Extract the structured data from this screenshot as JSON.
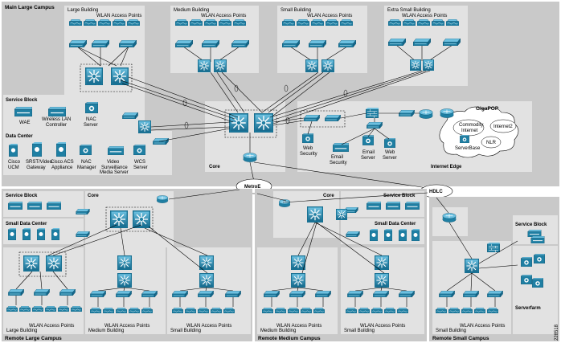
{
  "colors": {
    "panel": "#c9c9c9",
    "panel_light": "#e2e2e2",
    "panel_dark": "#aeb0b3",
    "device": "#1f7fa3",
    "device_light": "#58b4d6",
    "cloud": "#ffffff",
    "line": "#000000",
    "background": "#ffffff"
  },
  "sections": {
    "main_campus": "Main Large Campus",
    "remote_large": "Remote Large Campus",
    "remote_medium": "Remote Medium Campus",
    "remote_small": "Remote Small Campus"
  },
  "buildings": {
    "large": "Large Building",
    "medium": "Medium Building",
    "small": "Small Building",
    "extra_small": "Extra Small Building",
    "wlan": "WLAN Access Points"
  },
  "service_block": {
    "title": "Service Block",
    "wae": "WAE",
    "wlc": [
      "Wireless LAN",
      "Controller"
    ],
    "nac": [
      "NAC",
      "Server"
    ]
  },
  "data_center": {
    "title": "Data Center",
    "items": [
      [
        "Cisco",
        "UCM"
      ],
      [
        "SRST/Video",
        "Gateway"
      ],
      [
        "Cisco ACS",
        "Appliance"
      ],
      [
        "NAC",
        "Manager"
      ],
      [
        "Video",
        "Surveillance",
        "Media Server"
      ],
      [
        "WCS",
        "Server"
      ]
    ]
  },
  "core_label": "Core",
  "internet_edge": {
    "title": "Internet Edge",
    "web_security": [
      "Web",
      "Security"
    ],
    "email_security": [
      "Email",
      "Security"
    ],
    "email_server": [
      "Email",
      "Server"
    ],
    "web_server": [
      "Web",
      "Server"
    ],
    "gigapop": "GigaPOP",
    "commodity": [
      "Commodity",
      "Internet"
    ],
    "internet2": "Internet2",
    "nlr": "NLR",
    "serverbase": "ServerBase"
  },
  "wan": {
    "metro_e": "MetroE",
    "hdlc": "HDLC"
  },
  "remote": {
    "service_block": "Service Block",
    "core": "Core",
    "small_dc": "Small Data Center",
    "serverfarm": "Serverfarm"
  },
  "figure_id": "228518"
}
